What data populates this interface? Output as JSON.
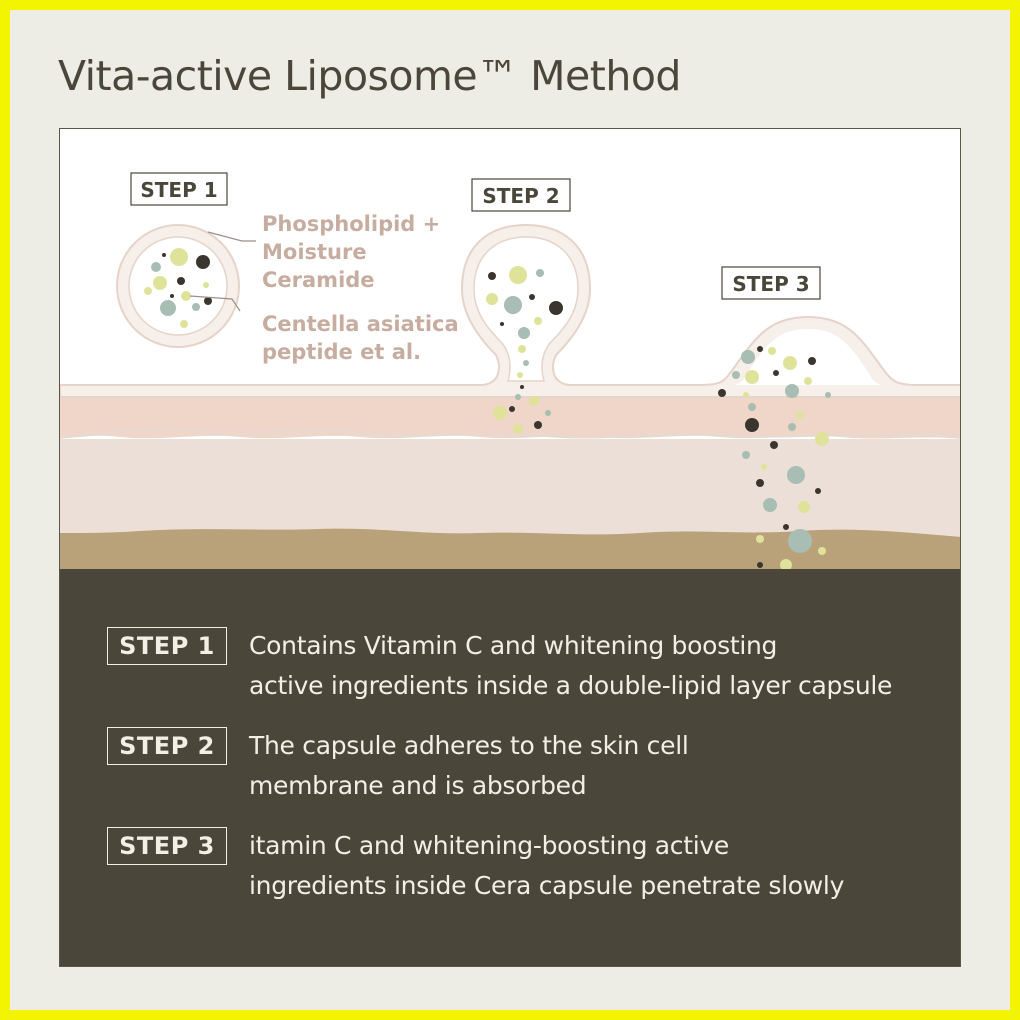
{
  "title": "Vita-active Liposome™ Method",
  "diagram": {
    "step1_label": "STEP 1",
    "step2_label": "STEP 2",
    "step3_label": "STEP 3",
    "annotation_outer": [
      "Phospholipid +",
      "Moisture",
      "Ceramide"
    ],
    "annotation_inner": [
      "Centella asiatica",
      "peptide et al."
    ],
    "colors": {
      "skin_top": "#efd6c8",
      "skin_mid": "#ecdfd7",
      "skin_base": "#b9a27a",
      "membrane": "#f1e6df",
      "annotation_text": "#c6ada0",
      "dot_yellow": "#dfe39a",
      "dot_gray": "#a8bdb3",
      "dot_dark": "#3a352e"
    }
  },
  "steps": [
    {
      "badge": "STEP 1",
      "lines": [
        "Contains Vitamin C and whitening boosting",
        "active ingredients inside a double-lipid layer capsule"
      ]
    },
    {
      "badge": "STEP 2",
      "lines": [
        "The capsule adheres to the skin cell",
        "membrane and is absorbed"
      ]
    },
    {
      "badge": "STEP 3",
      "lines": [
        "itamin C and whitening-boosting active",
        "ingredients inside Cera capsule penetrate slowly"
      ]
    }
  ]
}
